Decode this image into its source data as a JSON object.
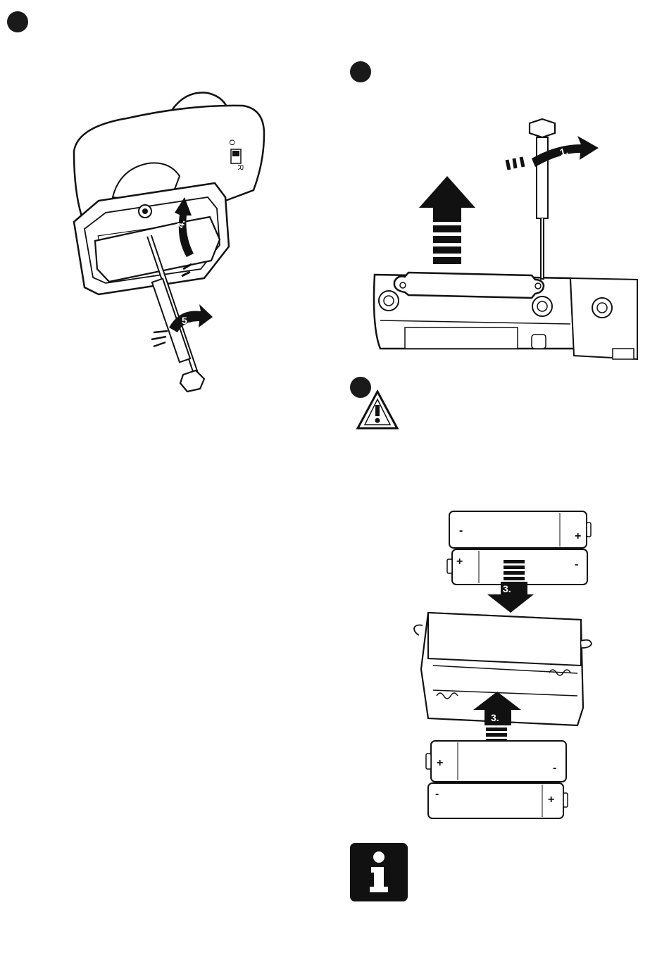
{
  "figure_a": {
    "switch_labels": [
      "O",
      "R"
    ],
    "step_labels": [
      "4.",
      "5."
    ]
  },
  "figure_b": {
    "step_labels": [
      "1."
    ]
  },
  "figure_c": {
    "polarity_plus": "+",
    "polarity_minus": "-",
    "step_labels": [
      "3.",
      "3."
    ]
  },
  "colors": {
    "ink": "#111111",
    "paper": "#ffffff",
    "shade": "#e6e6e6"
  },
  "icons": [
    "step-bullet-icon",
    "screwdriver-icon",
    "rotate-arrow-icon",
    "lift-arrow-icon",
    "warning-triangle-icon",
    "info-icon"
  ]
}
